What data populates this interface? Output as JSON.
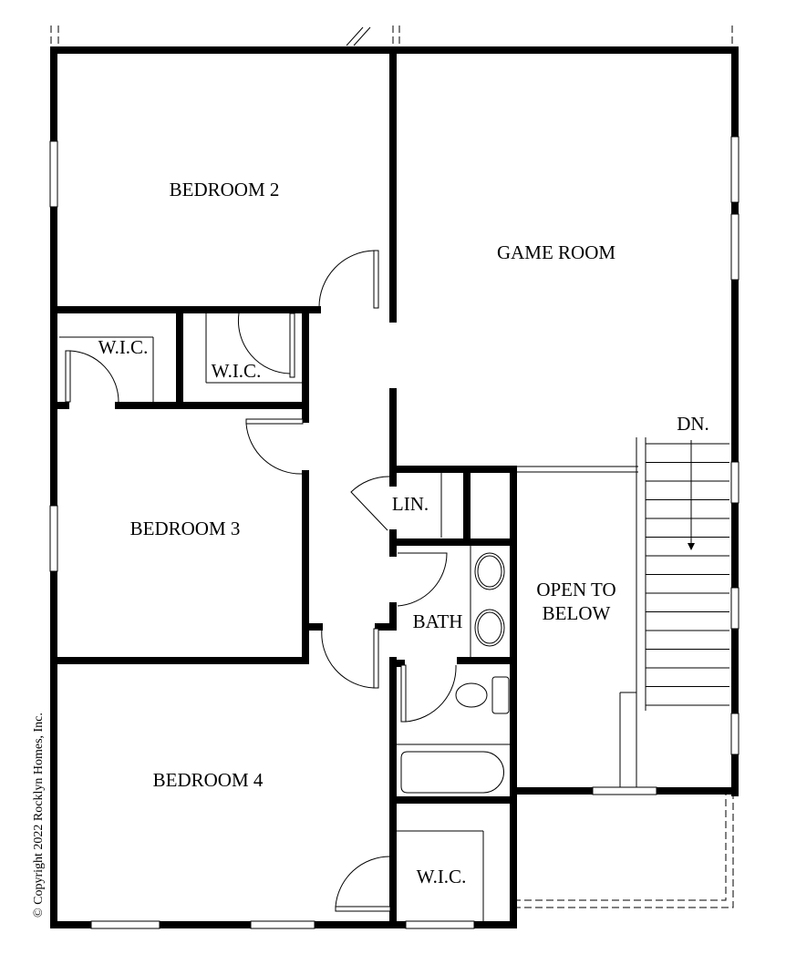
{
  "rooms": {
    "bedroom2": "BEDROOM 2",
    "game_room": "GAME ROOM",
    "wic1": "W.I.C.",
    "wic2": "W.I.C.",
    "bedroom3": "BEDROOM 3",
    "linen": "LIN.",
    "bath": "BATH",
    "open_to_below_1": "OPEN TO",
    "open_to_below_2": "BELOW",
    "stairs_down": "DN.",
    "bedroom4": "BEDROOM 4",
    "wic3": "W.I.C."
  },
  "copyright": "© Copyright 2022 Rocklyn Homes, Inc.",
  "colors": {
    "wall": "#000000",
    "background": "#ffffff"
  }
}
